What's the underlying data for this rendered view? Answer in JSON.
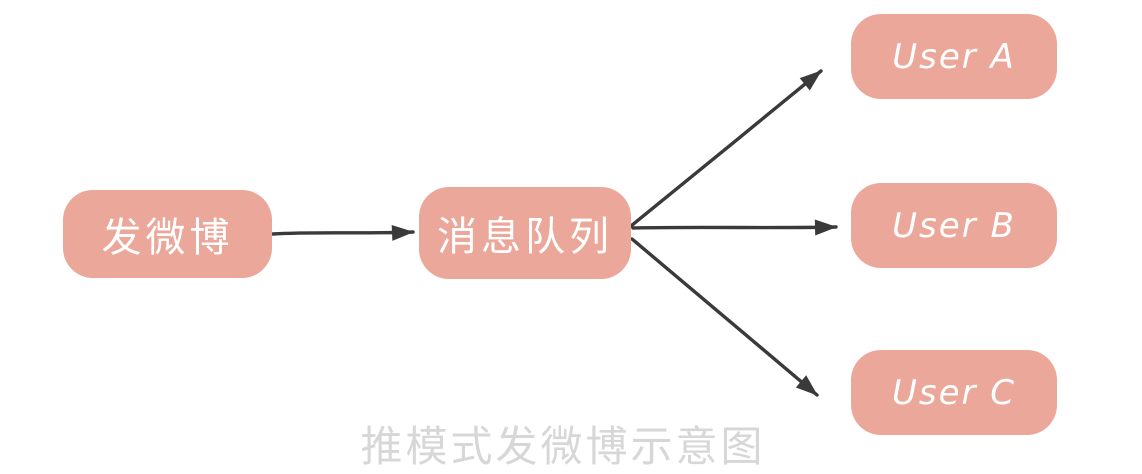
{
  "diagram": {
    "title": "推模式发微博示意图",
    "nodes": [
      {
        "id": "publish",
        "label": "发微博"
      },
      {
        "id": "queue",
        "label": "消息队列"
      },
      {
        "id": "user-a",
        "label": "User A"
      },
      {
        "id": "user-b",
        "label": "User B"
      },
      {
        "id": "user-c",
        "label": "User C"
      }
    ],
    "edges": [
      {
        "from": "发微博",
        "to": "消息队列"
      },
      {
        "from": "消息队列",
        "to": "User A"
      },
      {
        "from": "消息队列",
        "to": "User B"
      },
      {
        "from": "消息队列",
        "to": "User C"
      }
    ],
    "colors": {
      "node_fill": "#EBA79A",
      "node_text": "#FFFFFF",
      "arrow": "#3A3A3A",
      "caption_text": "#D7D7D7",
      "background": "#FFFFFF"
    }
  }
}
